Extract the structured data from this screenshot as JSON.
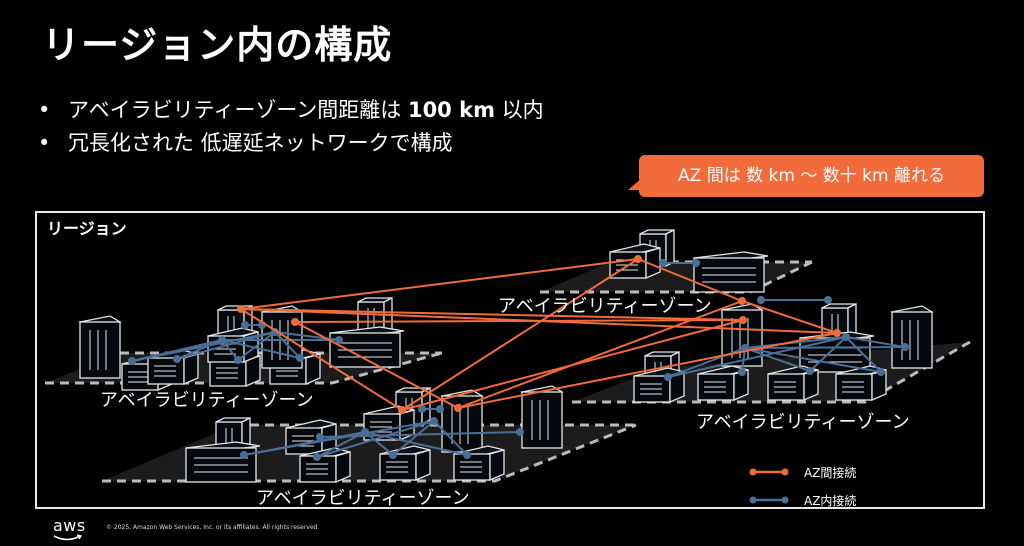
{
  "slide": {
    "title": "リージョン内の構成",
    "bullets": [
      {
        "prefix": "アベイラビリティーゾーン間距離は ",
        "bold": "100 km",
        "suffix": " 以内"
      },
      {
        "prefix": "冗長化された 低遅延ネットワークで構成",
        "bold": "",
        "suffix": ""
      }
    ],
    "callout": "AZ 間は 数 km 〜 数十 km 離れる"
  },
  "diagram": {
    "region_label": "リージョン",
    "availability_zones": [
      {
        "id": "az-top",
        "label": "アベイラビリティーゾーン"
      },
      {
        "id": "az-left",
        "label": "アベイラビリティーゾーン"
      },
      {
        "id": "az-right",
        "label": "アベイラビリティーゾーン"
      },
      {
        "id": "az-bottom",
        "label": "アベイラビリティーゾーン"
      }
    ],
    "legend": [
      {
        "label": "AZ間接続",
        "color": "#f26b3a"
      },
      {
        "label": "AZ内接続",
        "color": "#4a6f96"
      }
    ],
    "colors": {
      "inter_az": "#f26b3a",
      "intra_az": "#4a6f96",
      "platform": "#1c1c1c",
      "building_stroke": "#e6e6e6",
      "frame": "#e8e8e8"
    }
  },
  "footer": {
    "logo": "aws",
    "copyright": "© 2025, Amazon Web Services, Inc. or its affiliates. All rights reserved."
  }
}
